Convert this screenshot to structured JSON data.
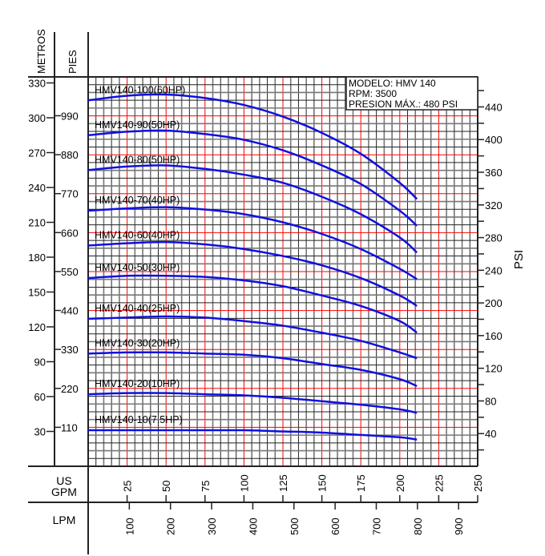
{
  "chart_data": {
    "type": "line",
    "title": "HMV 140 pump curves",
    "info_box": [
      "MODELO:  HMV  140",
      "RPM:  3500",
      "PRESION  MÁX.:  480  PSI"
    ],
    "left_axis_label": "METROS",
    "feet_axis_label": "PIES",
    "right_axis_label": "PSI",
    "xlabel_gpm": [
      "US",
      "GPM"
    ],
    "xlabel_lpm": "LPM",
    "xlim_gpm": [
      0,
      250
    ],
    "ylim_m": [
      0,
      334
    ],
    "grid": true,
    "meter_ticks": [
      30,
      60,
      90,
      120,
      150,
      180,
      210,
      240,
      270,
      300,
      330
    ],
    "feet_ticks": [
      110,
      220,
      330,
      440,
      550,
      660,
      770,
      880,
      990
    ],
    "psi_ticks": [
      40,
      80,
      120,
      160,
      200,
      240,
      280,
      320,
      360,
      400,
      440
    ],
    "gpm_ticks": [
      25,
      50,
      75,
      100,
      125,
      150,
      175,
      200,
      225,
      250
    ],
    "lpm_ticks": [
      100,
      200,
      300,
      400,
      500,
      600,
      700,
      800,
      900
    ],
    "x_gpm": [
      0,
      25,
      50,
      75,
      100,
      125,
      150,
      175,
      200,
      211
    ],
    "series": [
      {
        "name": "HMV140-100(60HP)",
        "values": [
          315,
          319,
          320,
          317,
          311,
          301,
          287,
          269,
          244,
          230
        ]
      },
      {
        "name": "HMV140-90(50HP)",
        "values": [
          285,
          288,
          289,
          286,
          281,
          272,
          259,
          243,
          220,
          207
        ]
      },
      {
        "name": "HMV140-80(50HP)",
        "values": [
          255,
          258,
          259,
          256,
          251,
          244,
          232,
          217,
          197,
          184
        ]
      },
      {
        "name": "HMV140-70(40HP)",
        "values": [
          220,
          222,
          223,
          221,
          217,
          210,
          200,
          187,
          170,
          161
        ]
      },
      {
        "name": "HMV140-60(40HP)",
        "values": [
          190,
          192,
          193,
          191,
          187,
          181,
          173,
          162,
          147,
          138
        ]
      },
      {
        "name": "HMV140-50(30HP)",
        "values": [
          162,
          164,
          164,
          163,
          160,
          155,
          147,
          138,
          125,
          115
        ]
      },
      {
        "name": "HMV140-40(25HP)",
        "values": [
          127,
          128,
          129,
          128,
          125,
          121,
          115,
          108,
          98,
          93
        ]
      },
      {
        "name": "HMV140-30(20HP)",
        "values": [
          97,
          98,
          98,
          97,
          96,
          93,
          88,
          83,
          75,
          69
        ]
      },
      {
        "name": "HMV140-20(10HP)",
        "values": [
          62,
          63,
          63,
          62,
          61,
          59,
          56,
          53,
          49,
          46
        ]
      },
      {
        "name": "HMV140-10(7.5HP)",
        "values": [
          31,
          31,
          31,
          31,
          31,
          30,
          29,
          27,
          25,
          23
        ]
      }
    ],
    "colors": {
      "curve": "#1010e0",
      "major_grid": "#ff0000",
      "minor_grid": "#000000"
    }
  }
}
